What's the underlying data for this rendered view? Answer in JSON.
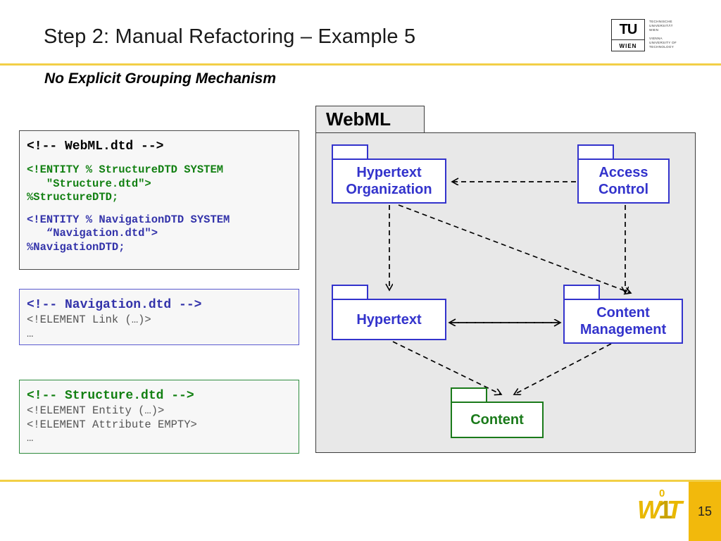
{
  "header": {
    "title": "Step 2: Manual Refactoring – Example 5",
    "subtitle": "No Explicit Grouping Mechanism",
    "rule_color": "#f2cf46",
    "logo": {
      "name": "tu-wien-logo",
      "mark_top": "TU",
      "mark_bottom": "WIEN",
      "line1": "Technische",
      "line2": "Universität",
      "line3": "Wien",
      "line4": "Vienna",
      "line5": "University of",
      "line6": "Technology"
    }
  },
  "code_blocks": [
    {
      "name": "webml-dtd",
      "border_color": "#4a4a4a",
      "lines": [
        {
          "text": "<!-- WebML.dtd -->",
          "color": "black",
          "size": "big"
        },
        {
          "text": "",
          "color": "black",
          "size": "spacer"
        },
        {
          "text": "<!ENTITY % StructureDTD SYSTEM",
          "color": "green",
          "size": "normal"
        },
        {
          "text": "   \"Structure.dtd\">",
          "color": "green",
          "size": "normal"
        },
        {
          "text": "%StructureDTD;",
          "color": "green",
          "size": "normal"
        },
        {
          "text": "",
          "color": "black",
          "size": "spacer"
        },
        {
          "text": "<!ENTITY % NavigationDTD SYSTEM",
          "color": "blue",
          "size": "normal"
        },
        {
          "text": "   “Navigation.dtd\">",
          "color": "blue",
          "size": "normal"
        },
        {
          "text": "%NavigationDTD;",
          "color": "blue",
          "size": "normal"
        }
      ]
    },
    {
      "name": "navigation-dtd",
      "border_color": "#5a5ad0",
      "lines": [
        {
          "text": "<!-- Navigation.dtd -->",
          "color": "blue",
          "size": "big"
        },
        {
          "text": "<!ELEMENT Link (…)>",
          "color": "gray",
          "size": "normal"
        },
        {
          "text": "…",
          "color": "gray",
          "size": "normal"
        }
      ]
    },
    {
      "name": "structure-dtd",
      "border_color": "#2e8b3d",
      "lines": [
        {
          "text": "<!-- Structure.dtd -->",
          "color": "green",
          "size": "big"
        },
        {
          "text": "<!ELEMENT Entity (…)>",
          "color": "gray",
          "size": "normal"
        },
        {
          "text": "<!ELEMENT Attribute EMPTY>",
          "color": "gray",
          "size": "normal"
        },
        {
          "text": "…",
          "color": "gray",
          "size": "normal"
        }
      ]
    }
  ],
  "diagram": {
    "container_label": "WebML",
    "container_fill": "#e8e8e8",
    "package_color_blue": "#3333cc",
    "package_color_green": "#1a7a1a",
    "packages": [
      {
        "id": "hypertext-organization",
        "line1": "Hypertext",
        "line2": "Organization",
        "color": "blue"
      },
      {
        "id": "access-control",
        "line1": "Access",
        "line2": "Control",
        "color": "blue"
      },
      {
        "id": "hypertext",
        "line1": "Hypertext",
        "line2": "",
        "color": "blue"
      },
      {
        "id": "content-management",
        "line1": "Content",
        "line2": "Management",
        "color": "blue"
      },
      {
        "id": "content",
        "line1": "Content",
        "line2": "",
        "color": "green"
      }
    ],
    "dependencies": [
      {
        "from": "access-control",
        "to": "hypertext-organization"
      },
      {
        "from": "hypertext-organization",
        "to": "hypertext"
      },
      {
        "from": "hypertext-organization",
        "to": "content-management"
      },
      {
        "from": "access-control",
        "to": "content-management"
      },
      {
        "from": "hypertext",
        "to": "content-management"
      },
      {
        "from": "content-management",
        "to": "hypertext"
      },
      {
        "from": "hypertext",
        "to": "content"
      },
      {
        "from": "content-management",
        "to": "content"
      }
    ]
  },
  "footer": {
    "rule_color": "#f2cf46",
    "logo": {
      "name": "wit-logo",
      "w": "W",
      "o": "0",
      "i": "1",
      "t": "T"
    },
    "page_number": "15",
    "page_badge_color": "#f2b90c"
  }
}
